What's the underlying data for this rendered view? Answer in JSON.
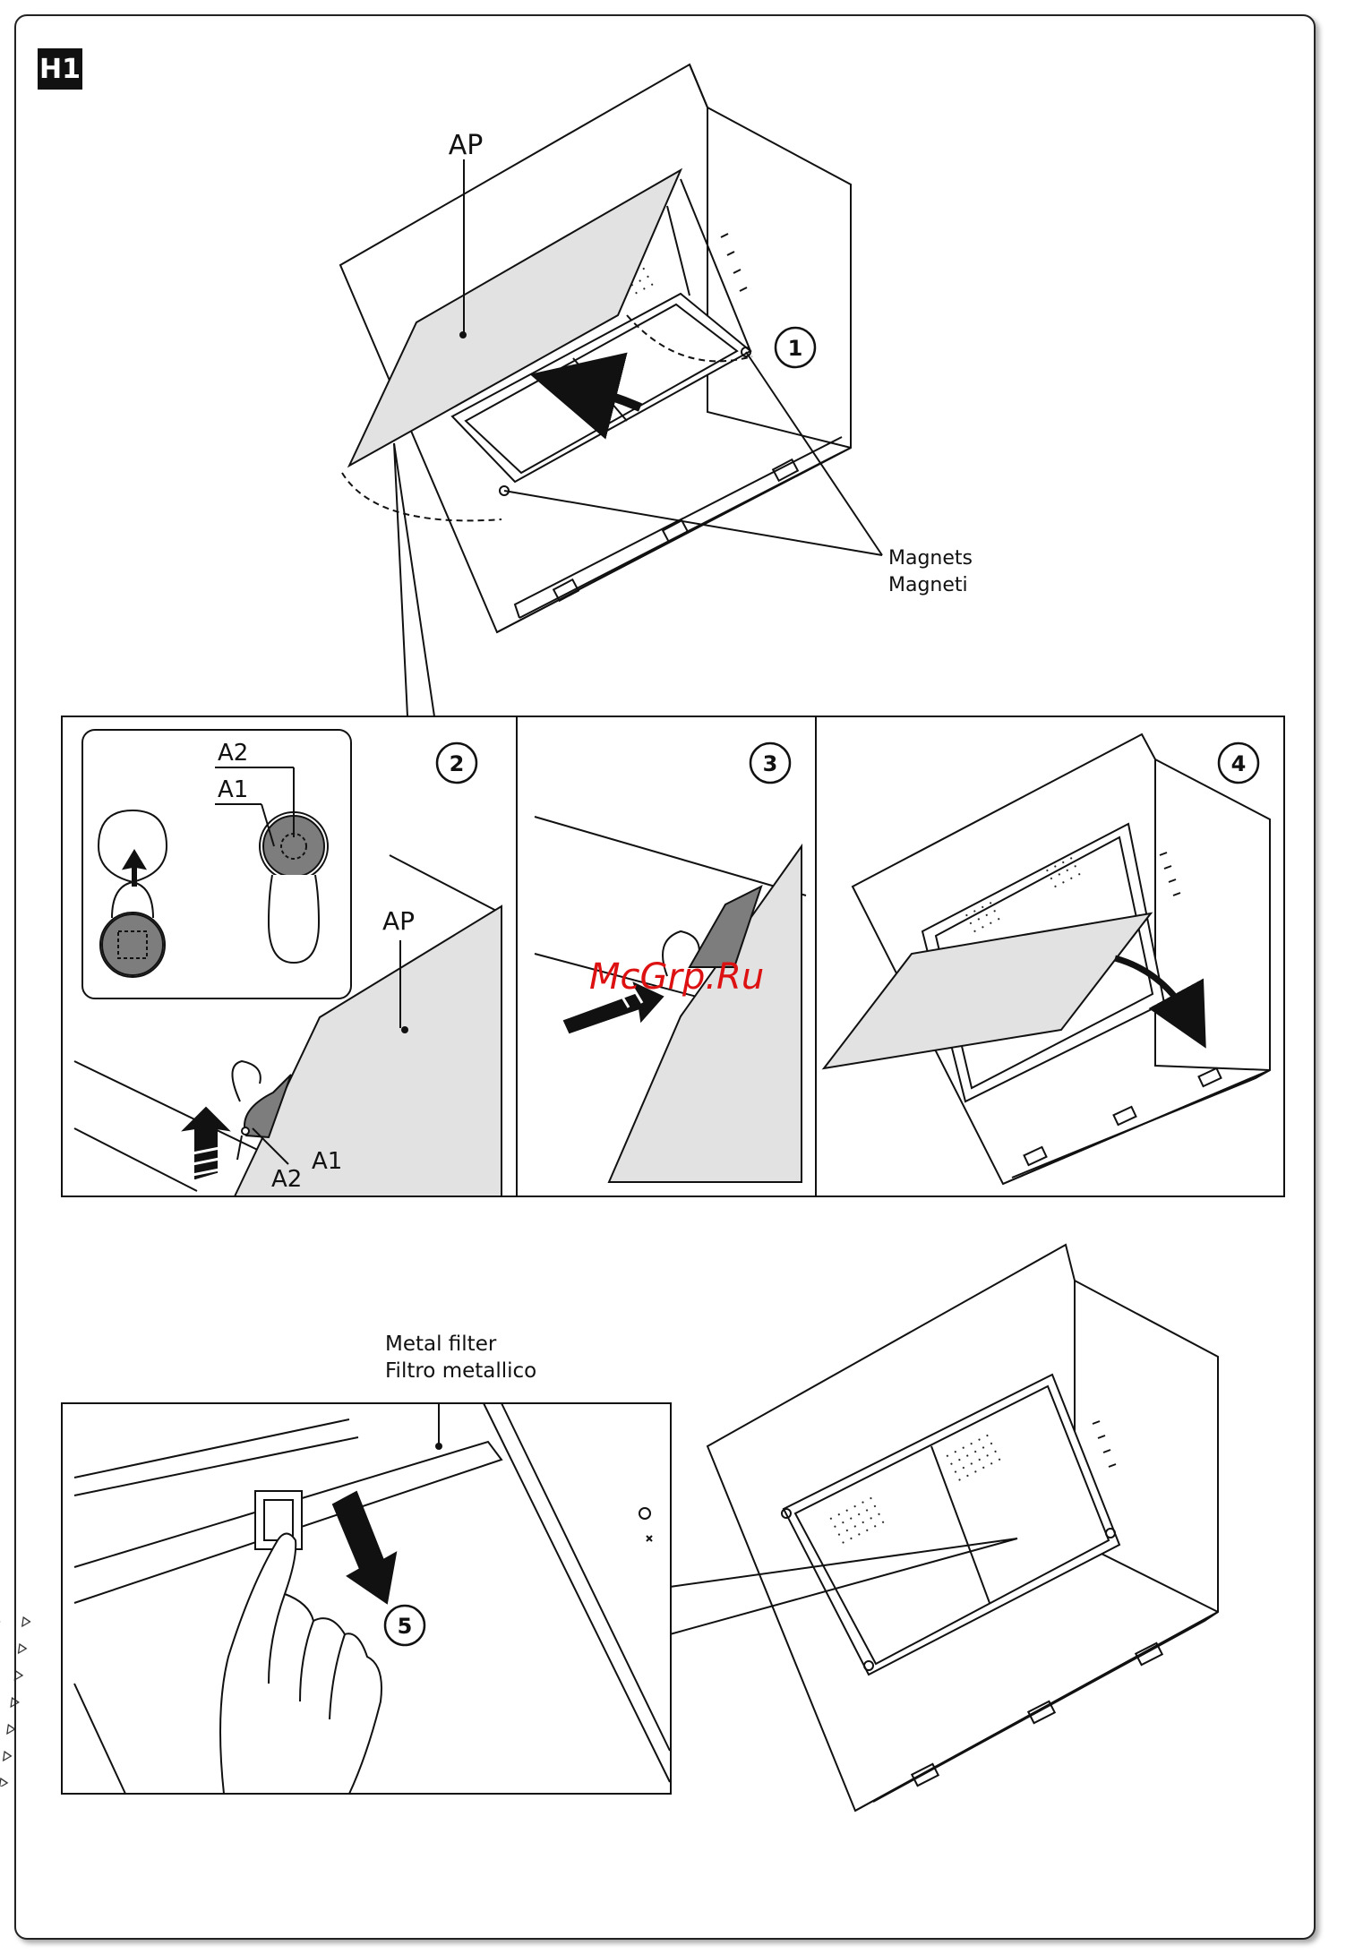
{
  "figure": {
    "badge": "H1",
    "labels": {
      "ap_top": "AP",
      "ap_panel2": "AP",
      "magnets_en": "Magnets",
      "magnets_it": "Magneti",
      "a1_inset": "A1",
      "a2_inset": "A2",
      "a1_detail": "A1",
      "a2_detail": "A2",
      "metal_filter_en": "Metal filter",
      "metal_filter_it": "Filtro metallico"
    },
    "steps": [
      "1",
      "2",
      "3",
      "4",
      "5"
    ],
    "watermark": "McGrp.Ru"
  },
  "colors": {
    "line": "#111111",
    "panel_fill": "#e2e2e2",
    "dark_gray": "#7d7d7d",
    "watermark": "#dd1111",
    "badge_bg": "#111111"
  }
}
